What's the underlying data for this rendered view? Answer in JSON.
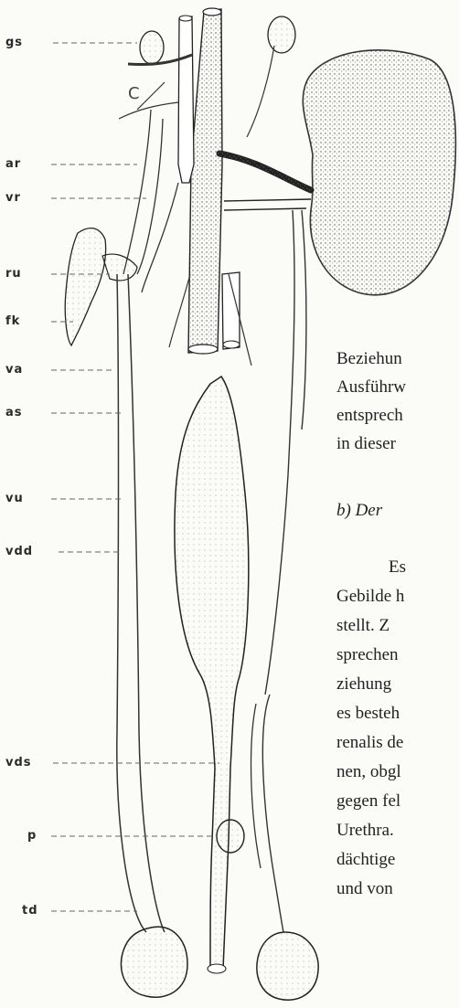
{
  "labels": [
    {
      "key": "gs",
      "text": "gs"
    },
    {
      "key": "ar",
      "text": "ar"
    },
    {
      "key": "vr",
      "text": "vr"
    },
    {
      "key": "ru",
      "text": "ru"
    },
    {
      "key": "fk",
      "text": "fk"
    },
    {
      "key": "va",
      "text": "va"
    },
    {
      "key": "as",
      "text": "as"
    },
    {
      "key": "vu",
      "text": "vu"
    },
    {
      "key": "vdd",
      "text": "vdd"
    },
    {
      "key": "vds",
      "text": "vds"
    },
    {
      "key": "p",
      "text": "p"
    },
    {
      "key": "td",
      "text": "td"
    }
  ],
  "figure_marker": "C",
  "text_lines": [
    "Beziehun",
    "Ausführw",
    "entsprech",
    "in dieser"
  ],
  "section_heading": "b)  Der",
  "paragraph_lines": [
    "Es",
    "Gebilde h",
    "stellt.  Z",
    "sprechen",
    "ziehung",
    "es  besteh",
    "renalis de",
    "nen, obgl",
    "gegen fel",
    "Urethra.",
    "dächtige",
    "und  von"
  ]
}
